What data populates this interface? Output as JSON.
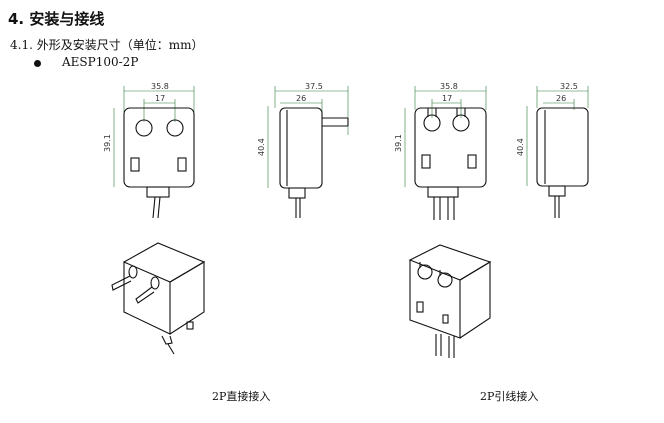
{
  "section_title": "4.  安装与接线",
  "subsection_title": "4.1.  外形及安装尺寸（单位：mm）",
  "model": "AESP100-2P",
  "drawings": {
    "front_direct": {
      "width": "35.8",
      "hole_spacing": "17",
      "height": "39.1"
    },
    "side_direct": {
      "depth_total": "37.5",
      "depth_body": "26",
      "height": "40.4"
    },
    "front_wire": {
      "width": "35.8",
      "hole_spacing": "17",
      "height": "39.1"
    },
    "side_wire": {
      "depth_total": "32.5",
      "depth_body": "26",
      "height": "40.4"
    }
  },
  "captions": {
    "direct": "2P直接接入",
    "wire": "2P引线接入"
  }
}
